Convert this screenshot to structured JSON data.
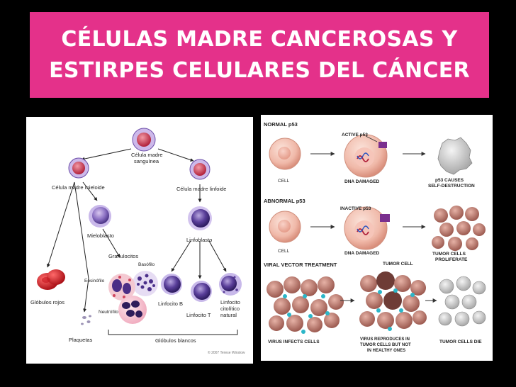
{
  "title": {
    "line1": "CÉLULAS MADRE CANCEROSAS Y",
    "line2": "ESTIRPES CELULARES DEL CÁNCER"
  },
  "hematopoiesis": {
    "stem": [
      "Célula madre",
      "sanguínea"
    ],
    "myeloid_stem": "Célula madre mieloide",
    "lymphoid_stem": "Célula madre linfoide",
    "myeloblast": "Mieloblasto",
    "lymphoblast": "Linfoblasto",
    "granulocytes": "Granulocitos",
    "basophil": "Basófilo",
    "eosinophil": "Eosinófilo",
    "neutrophil": "Neutrófilo",
    "red_cells": "Glóbulos rojos",
    "platelets": "Plaquetas",
    "b_cell": "Linfocito B",
    "t_cell": "Linfocito T",
    "nk_cell": [
      "Linfocito",
      "citolítico",
      "natural"
    ],
    "white_cells": "Glóbulos blancos",
    "copyright": "© 2007 Terese Winslow"
  },
  "p53": {
    "normal_header": "NORMAL p53",
    "active": "ACTIVE p53",
    "cell": "CELL",
    "dna_damaged": "DNA DAMAGED",
    "self_destruct": [
      "p53 CAUSES",
      "SELF-DESTRUCTION"
    ],
    "abnormal_header": "ABNORMAL p53",
    "inactive": "INACTIVE p53",
    "proliferate": [
      "TUMOR CELLS",
      "PROLIFERATE"
    ],
    "viral_header": "VIRAL VECTOR TREATMENT",
    "tumor_cell": "TUMOR CELL",
    "virus_infects": "VIRUS INFECTS CELLS",
    "virus_reproduces": [
      "VIRUS REPRODUCES IN",
      "TUMOR CELLS BUT NOT",
      "IN HEALTHY ONES"
    ],
    "tumor_die": "TUMOR CELLS DIE"
  }
}
